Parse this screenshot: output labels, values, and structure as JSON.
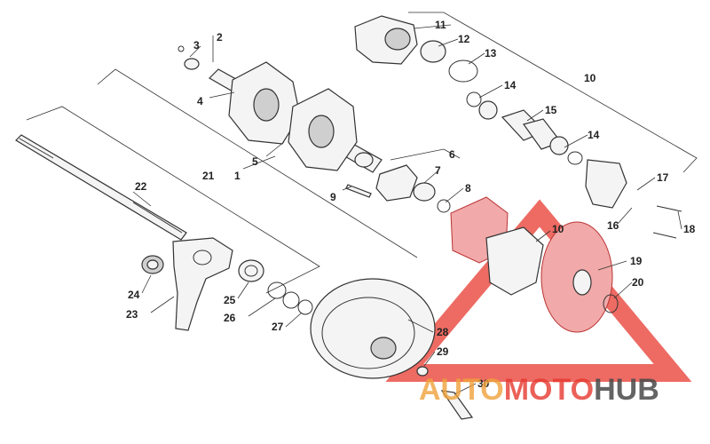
{
  "labels": [
    {
      "n": "1"
    },
    {
      "n": "2"
    },
    {
      "n": "3"
    },
    {
      "n": "4"
    },
    {
      "n": "5"
    },
    {
      "n": "6"
    },
    {
      "n": "7"
    },
    {
      "n": "8"
    },
    {
      "n": "9"
    },
    {
      "n": "10"
    },
    {
      "n": "10"
    },
    {
      "n": "11"
    },
    {
      "n": "12"
    },
    {
      "n": "13"
    },
    {
      "n": "14"
    },
    {
      "n": "14"
    },
    {
      "n": "15"
    },
    {
      "n": "16"
    },
    {
      "n": "17"
    },
    {
      "n": "18"
    },
    {
      "n": "19"
    },
    {
      "n": "20"
    },
    {
      "n": "21"
    },
    {
      "n": "22"
    },
    {
      "n": "23"
    },
    {
      "n": "24"
    },
    {
      "n": "25"
    },
    {
      "n": "26"
    },
    {
      "n": "27"
    },
    {
      "n": "28"
    },
    {
      "n": "29"
    },
    {
      "n": "30"
    }
  ],
  "watermark": {
    "part1": "AUTO",
    "part2": "MOTO",
    "part3": "HUB",
    "color_primary": "#e7392f",
    "color_secondary": "#f0a23b",
    "color_dark": "#4a4a4a"
  }
}
